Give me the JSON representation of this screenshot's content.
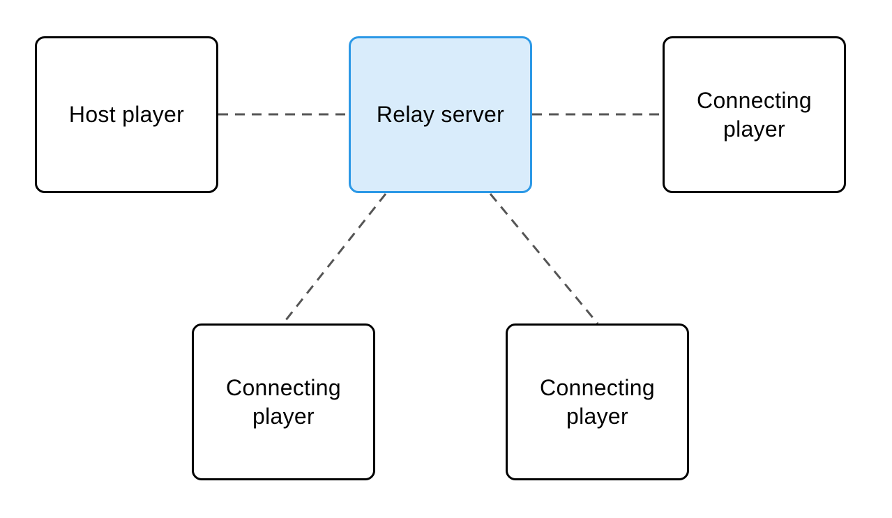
{
  "nodes": {
    "host": {
      "label": "Host player"
    },
    "relay": {
      "label": "Relay server"
    },
    "right": {
      "label": "Connecting\nplayer"
    },
    "bottom_left": {
      "label": "Connecting\nplayer"
    },
    "bottom_right": {
      "label": "Connecting\nplayer"
    }
  },
  "colors": {
    "server_border": "#2b98e6",
    "server_fill": "#d9ecfb",
    "node_border": "#000000",
    "connector": "#555555"
  }
}
